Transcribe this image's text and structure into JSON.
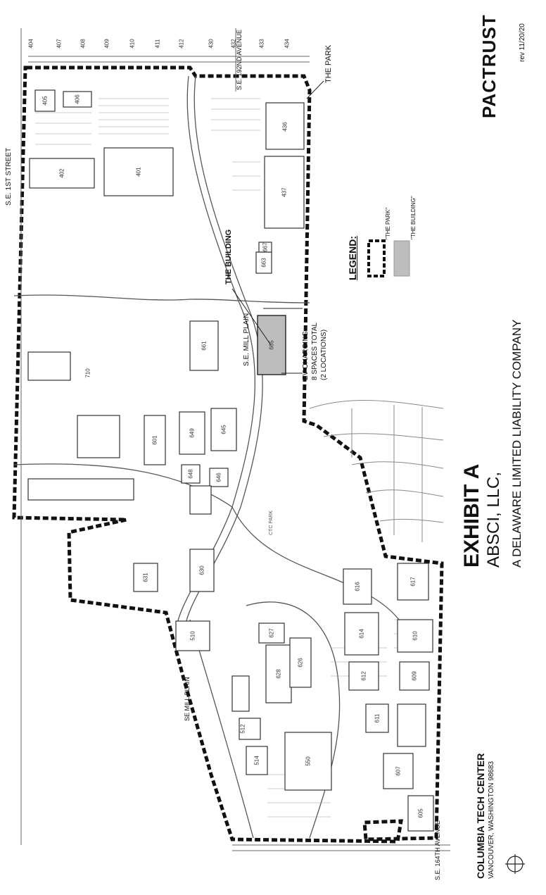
{
  "title_block": {
    "exhibit": "EXHIBIT A",
    "company": "ABSCI, LLC,",
    "company_desc": "A DELAWARE LIMITED LIABILITY COMPANY",
    "project": "COLUMBIA TECH CENTER",
    "address": "VANCOUVER, WASHINGTON    98683",
    "logo": "PACTRUST",
    "revision": "rev 11/20/20"
  },
  "legend": {
    "heading": "LEGEND:",
    "park_label": "\"THE PARK\"",
    "building_label": "\"THE BUILDING\""
  },
  "streets": {
    "se_1st": "S.E. 1ST STREET",
    "se_192nd": "S.E. 192ND AVENUE",
    "se_164th": "S.E. 164TH AVENUE",
    "mill_plain": "S.E. MILL PLAIN",
    "mill_plain_west": "SE MILL PLAIN"
  },
  "callouts": {
    "the_park": "THE PARK",
    "the_building": "THE BUILDING",
    "ev_line1": "EV CHARGING",
    "ev_line2": "8 SPACES TOTAL",
    "ev_line3": "(2 LOCATIONS)",
    "ctc_park": "CTC PARK"
  },
  "address_ticks": [
    "404",
    "407",
    "408",
    "409",
    "410",
    "411",
    "412",
    "430",
    "432",
    "433",
    "434"
  ],
  "buildings": [
    "405",
    "406",
    "402",
    "401",
    "436",
    "437",
    "663",
    "667",
    "665",
    "661",
    "710",
    "601",
    "649",
    "645",
    "648",
    "646",
    "631",
    "630",
    "616",
    "617",
    "614",
    "610",
    "612",
    "609",
    "611",
    "627",
    "628",
    "626",
    "510",
    "512",
    "514",
    "550",
    "607",
    "605"
  ],
  "colors": {
    "boundary": "#111111",
    "building_highlight": "#bdbdbd",
    "line": "#555555"
  },
  "icons": [
    "north-arrow-icon"
  ]
}
